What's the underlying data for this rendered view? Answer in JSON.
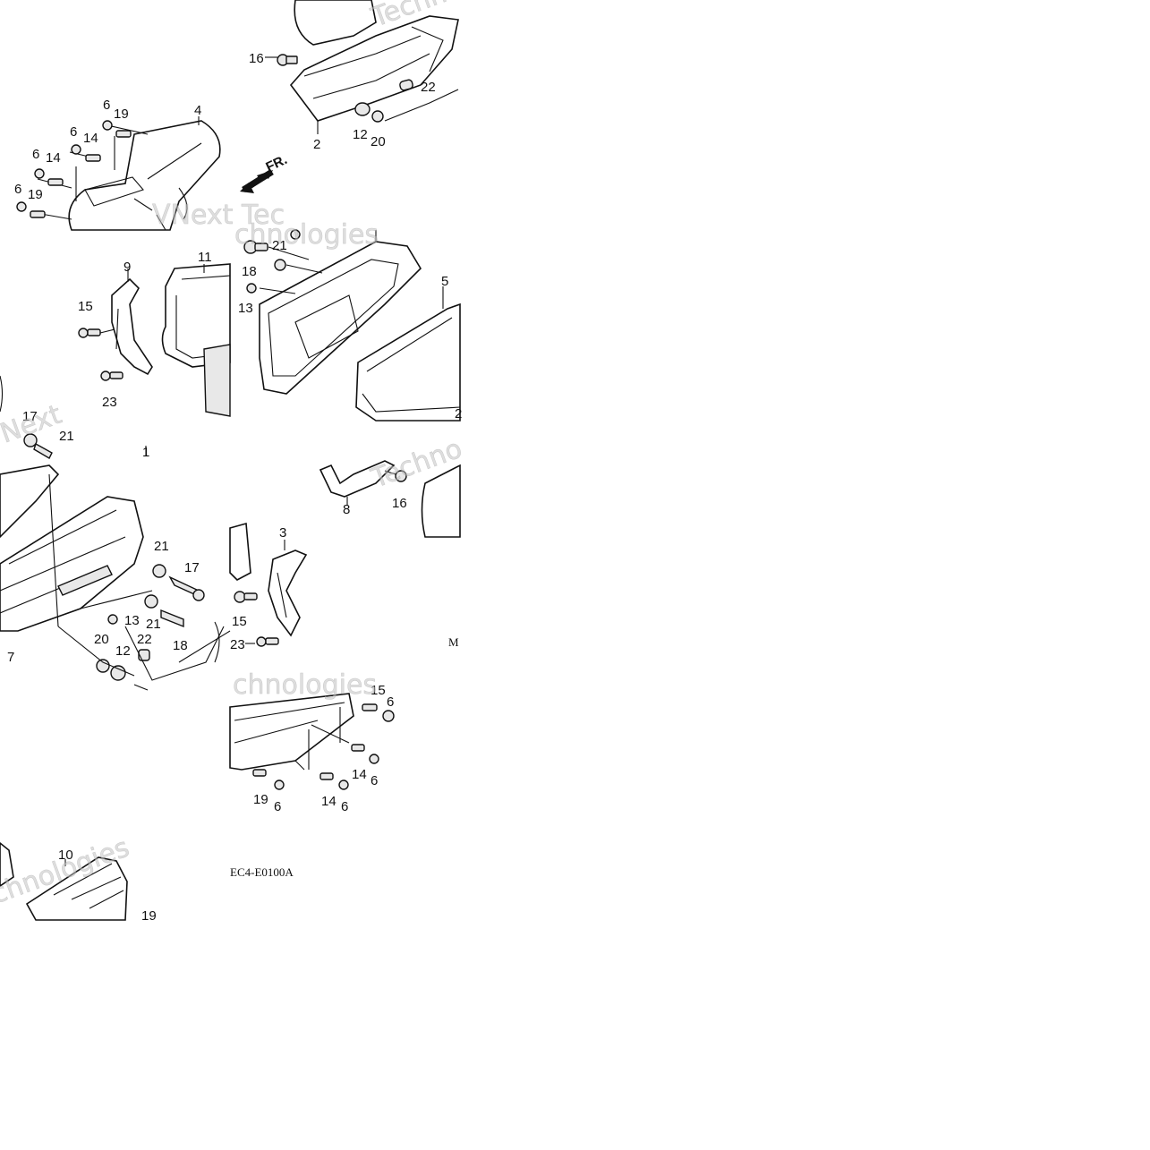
{
  "diagram": {
    "direction_label": "FR.",
    "drawing_code": "EC4-E0100A",
    "partial_label": "M",
    "watermarks": [
      "Techno",
      "VNext Tec",
      "Next",
      "chnologies"
    ],
    "callouts": {
      "p2_16": "16",
      "p2_22": "22",
      "p2_2": "2",
      "p2_12": "12",
      "p2_20": "20",
      "p1_6a": "6",
      "p1_19a": "19",
      "p1_4": "4",
      "p1_6b": "6",
      "p1_14a": "14",
      "p1_6c": "6",
      "p1_14b": "14",
      "p1_6d": "6",
      "p1_19b": "19",
      "p3_9": "9",
      "p3_11": "11",
      "p3_15": "15",
      "p3_23": "23",
      "p4_21": "21",
      "p4_18": "18",
      "p4_13": "13",
      "p4_5": "5",
      "p4_2": "2",
      "p5_17": "17",
      "p5_21": "21",
      "p5_1": "1",
      "p6_8": "8",
      "p6_16": "16",
      "p7_21a": "21",
      "p7_17": "17",
      "p7_13": "13",
      "p7_21b": "21",
      "p7_18": "18",
      "p7_20": "20",
      "p7_12": "12",
      "p7_22": "22",
      "p7_7": "7",
      "p8_3": "3",
      "p8_15": "15",
      "p8_23": "23",
      "p9_15": "15",
      "p9_6a": "6",
      "p9_14a": "14",
      "p9_6b": "6",
      "p9_19": "19",
      "p9_6c": "6",
      "p9_14b": "14",
      "p9_6d": "6",
      "p10_10": "10",
      "p10_19": "19"
    }
  }
}
